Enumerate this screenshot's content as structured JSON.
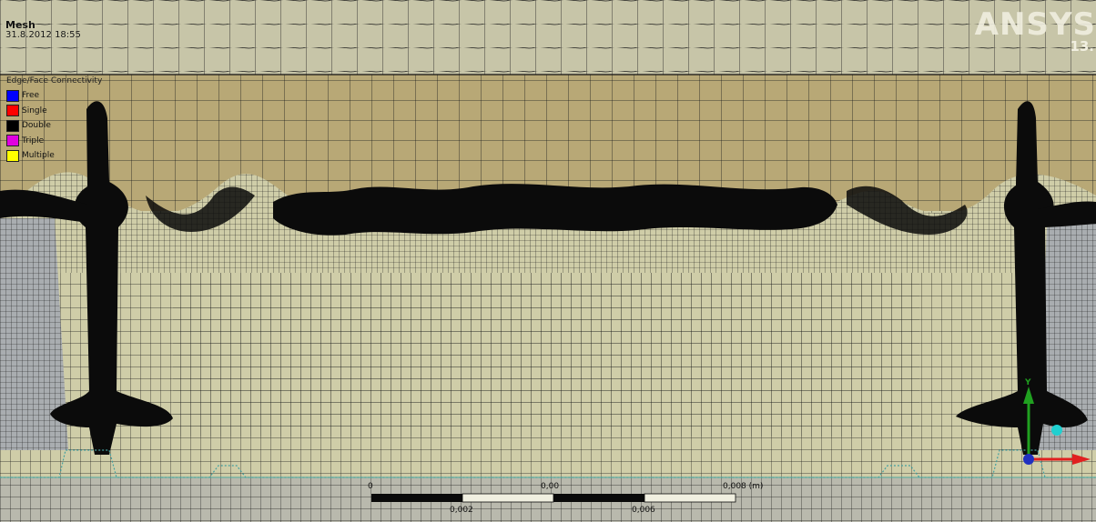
{
  "header": {
    "title": "Mesh",
    "date": "31.8.2012 18:55"
  },
  "legend": {
    "title": "Edge/Face Connectivity",
    "items": [
      {
        "label": "Free",
        "color": "#0000ff"
      },
      {
        "label": "Single",
        "color": "#ff0000"
      },
      {
        "label": "Double",
        "color": "#000000"
      },
      {
        "label": "Triple",
        "color": "#e000e0"
      },
      {
        "label": "Multiple",
        "color": "#ffff00"
      }
    ]
  },
  "logo": {
    "brand": "ANSYS",
    "version": "13."
  },
  "scale": {
    "label_start": "0",
    "label_mid_top": "0,00",
    "label_end": "0,008 (m)",
    "label_low_1": "0,002",
    "label_low_2": "0,006"
  },
  "triad": {
    "x_label": "",
    "y_label": "Y",
    "colors": {
      "x": "#e02020",
      "y": "#20a020",
      "z": "#2030c0",
      "iso": "#20d0d0"
    }
  },
  "colors": {
    "upper_band": "#b8a876",
    "body": "#cfcda8",
    "side_regions": "#a9adb0",
    "mesh_line": "#151515",
    "boundary": "#45a0a0"
  }
}
